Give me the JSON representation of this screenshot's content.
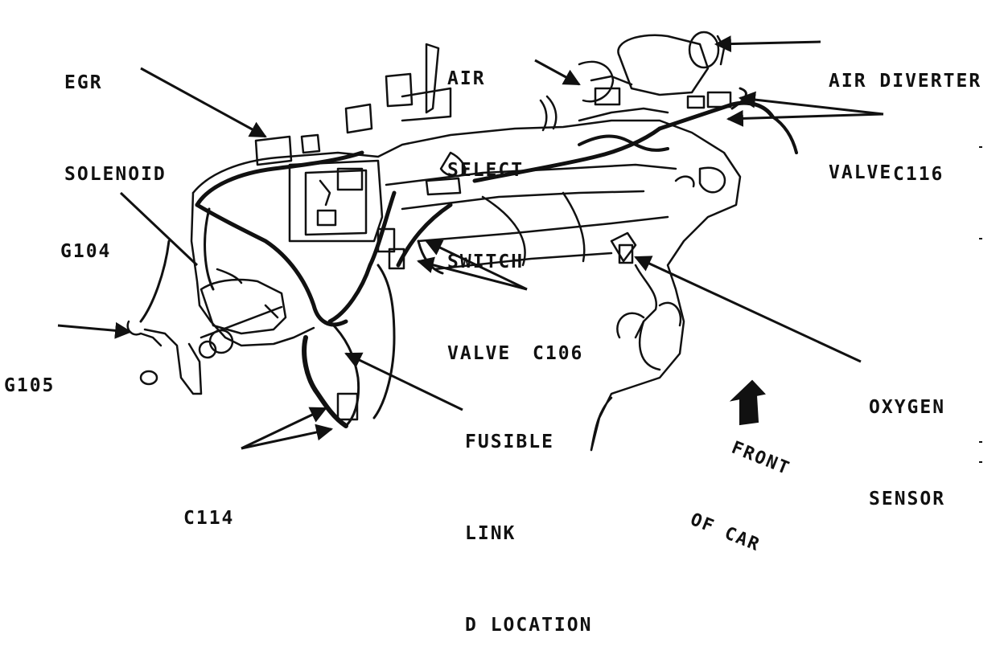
{
  "diagram": {
    "labels": {
      "egr_solenoid": [
        "EGR",
        "SOLENOID"
      ],
      "air_select_switch_valve": [
        "AIR",
        "SELECT",
        "SWITCH",
        "VALVE"
      ],
      "air_diverter_valve": [
        "AIR DIVERTER",
        "VALVE"
      ],
      "c116": "C116",
      "g104": "G104",
      "g105": "G105",
      "c106": "C106",
      "oxygen_sensor": [
        "OXYGEN",
        "SENSOR"
      ],
      "fusible_link": [
        "FUSIBLE",
        "LINK",
        "D LOCATION"
      ],
      "c114": "C114",
      "front_of_car": [
        "FRONT",
        "OF CAR"
      ]
    }
  }
}
